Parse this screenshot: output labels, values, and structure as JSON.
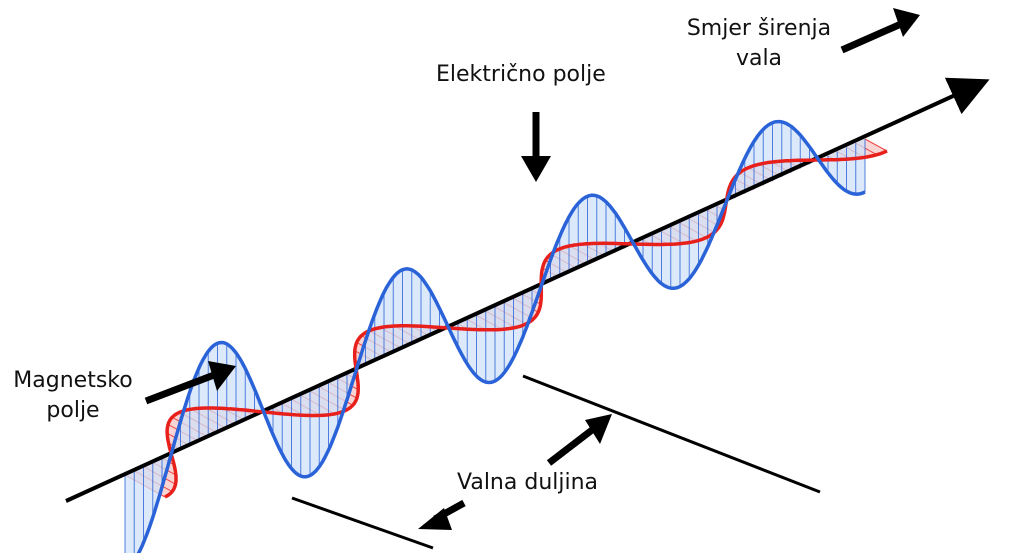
{
  "labels": {
    "electric_field": "Električno polje",
    "propagation_line1": "Smjer širenja",
    "propagation_line2": "vala",
    "magnetic_line1": "Magnetsko",
    "magnetic_line2": "polje",
    "wavelength": "Valna duljina"
  },
  "colors": {
    "electric_stroke": "#2a62d8",
    "electric_fill": "#cfe2f8",
    "magnetic_stroke": "#e8201c",
    "magnetic_fill": "#f8cccc",
    "axis": "#000000",
    "arrow": "#000000"
  },
  "wave": {
    "cycles": 4
  }
}
